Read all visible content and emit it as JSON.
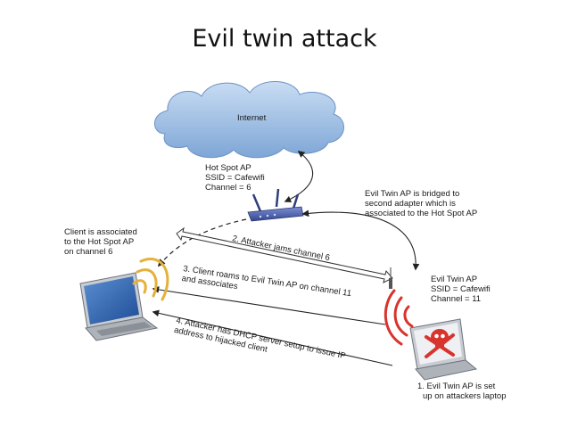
{
  "title": "Evil twin attack",
  "internet": {
    "label": "Internet"
  },
  "hotspot_ap": {
    "lines": [
      "Hot Spot AP",
      "SSID = Cafewifi",
      "Channel = 6"
    ]
  },
  "evil_twin_ap": {
    "lines": [
      "Evil Twin AP",
      "SSID = Cafewifi",
      "Channel = 11"
    ]
  },
  "bridge_note": {
    "lines": [
      "Evil Twin AP is bridged to",
      "second adapter which is",
      "associated to the Hot Spot AP"
    ]
  },
  "client_note": {
    "lines": [
      "Client is associated",
      "to the Hot Spot AP",
      "on channel 6"
    ]
  },
  "steps": {
    "step1": {
      "lines": [
        "1. Evil Twin AP is set",
        "up on attackers laptop"
      ]
    },
    "step2": {
      "lines": [
        "2. Attacker jams channel 6"
      ]
    },
    "step3": {
      "lines": [
        "3. Client roams to Evil Twin AP on channel 11",
        "and associates"
      ]
    },
    "step4": {
      "lines": [
        "4. Attacker has DHCP server setup to issue IP",
        "address to hijacked client"
      ]
    }
  },
  "colors": {
    "cloud": "#8fb6e0",
    "router": "#4a5fa8",
    "signal": "#e4b13a",
    "attack_signal": "#d8332c",
    "skull": "#d8332c"
  },
  "icons": {
    "cloud": "cloud-icon",
    "router": "router-icon",
    "laptop": "laptop-icon",
    "skull": "skull-crossbones-icon",
    "antenna": "usb-antenna-icon"
  }
}
